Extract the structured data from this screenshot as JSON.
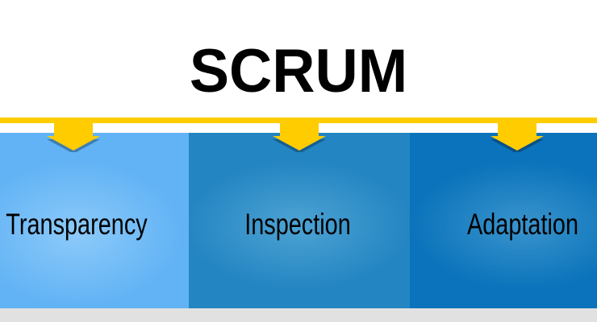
{
  "title": "SCRUM",
  "pillars": [
    {
      "label": "Transparency"
    },
    {
      "label": "Inspection"
    },
    {
      "label": "Adaptation"
    }
  ],
  "colors": {
    "accent": "#ffcc00",
    "pillar1": "#62b3f5",
    "pillar2": "#2385c2",
    "pillar3": "#0a73bb",
    "footer": "#e1e1e1"
  }
}
